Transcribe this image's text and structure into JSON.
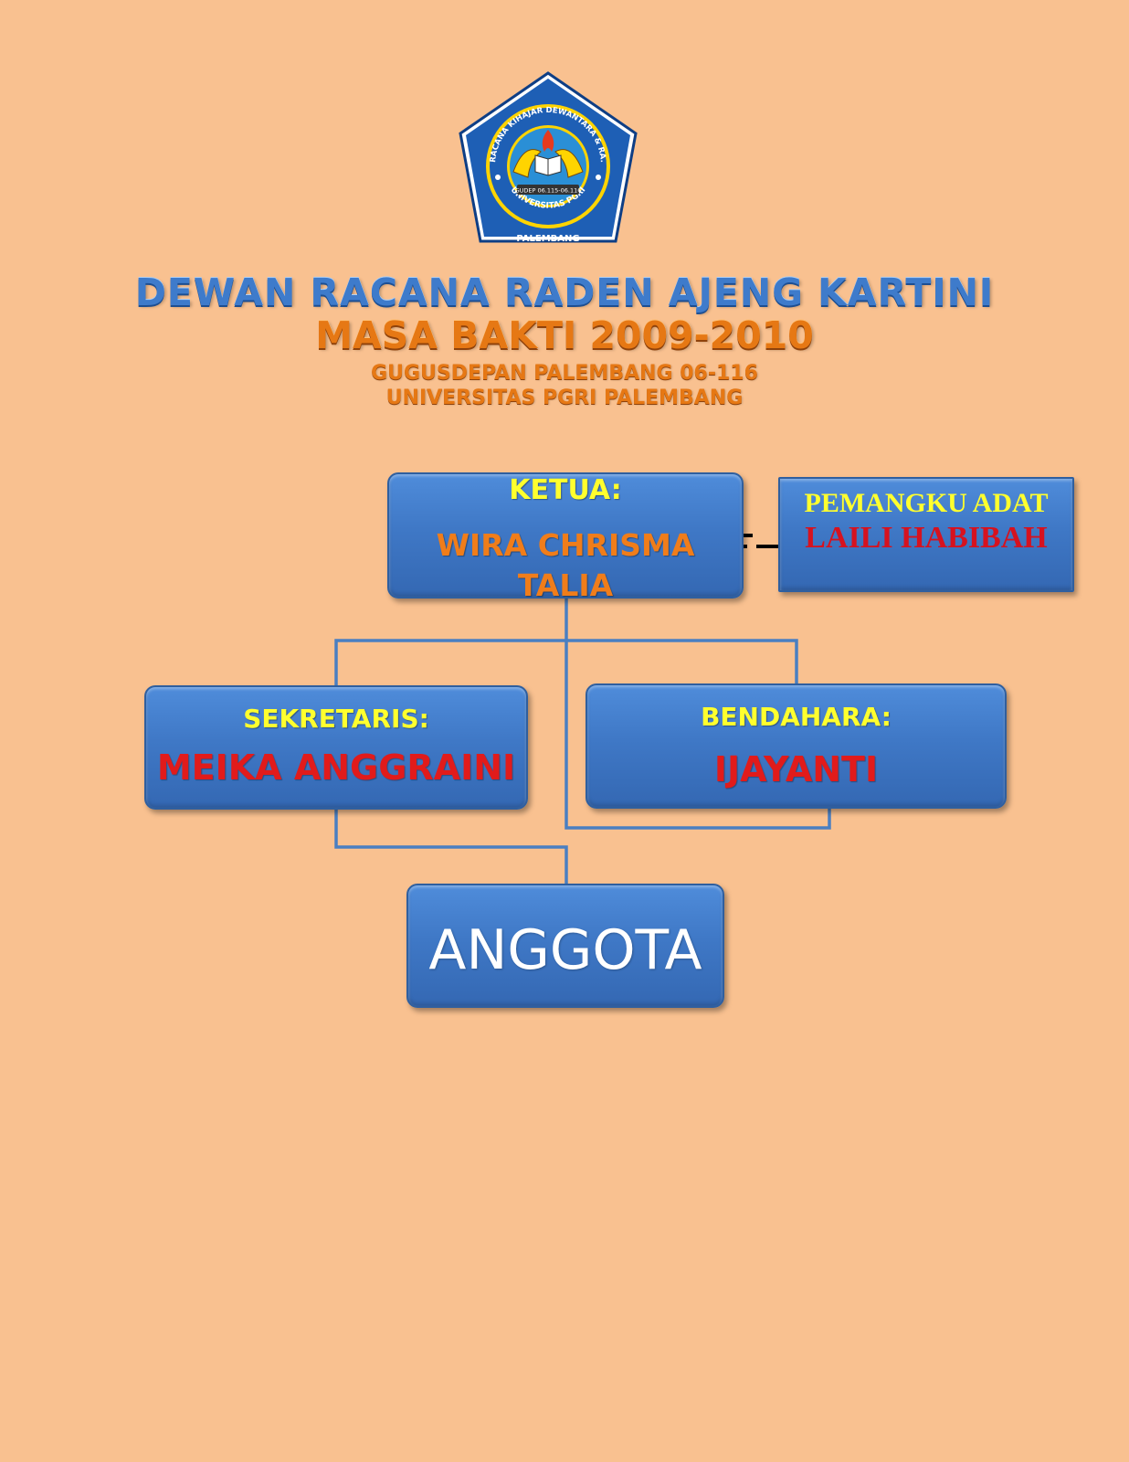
{
  "logo": {
    "ring_text_top": "DEWAN RACANA KIHAJAR DEWANTARA & RA.KARTINI",
    "ring_text_bottom": "UNIVERSITAS PGRI",
    "bottom_text": "PALEMBANG",
    "ribbon_text": "GUDEP 06.115-06.116",
    "colors": {
      "outer": "#1E5FB5",
      "inner": "#FFD400",
      "center": "#2A8FD6"
    }
  },
  "header": {
    "line1": "DEWAN RACANA RADEN AJENG KARTINI",
    "line2": "MASA BAKTI 2009-2010",
    "line3": "GUGUSDEPAN PALEMBANG 06-116",
    "line4": "UNIVERSITAS PGRI PALEMBANG"
  },
  "org_chart": {
    "ketua": {
      "label": "KETUA:",
      "name": "WIRA CHRISMA TALIA"
    },
    "pemangku_adat": {
      "label": "PEMANGKU ADAT",
      "name": "LAILI HABIBAH"
    },
    "sekretaris": {
      "label": "SEKRETARIS:",
      "name": "MEIKA ANGGRAINI"
    },
    "bendahara": {
      "label": "BENDAHARA:",
      "name": "IJAYANTI"
    },
    "anggota": {
      "label": "ANGGOTA"
    }
  },
  "colors": {
    "background": "#F9C190",
    "box_fill": "#3F78C6",
    "label_yellow": "#FFFF2E",
    "name_red": "#E11B1B",
    "name_orange": "#F07D1A",
    "connector": "#4A7FC1"
  }
}
